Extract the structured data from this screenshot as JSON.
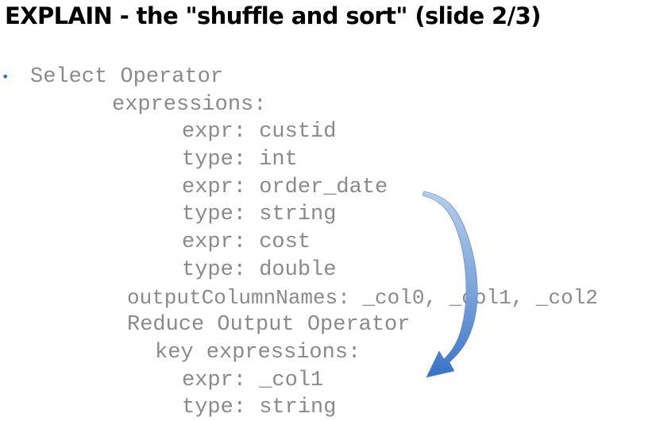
{
  "slide": {
    "title": "EXPLAIN - the \"shuffle and sort\" (slide 2/3)",
    "bullet_symbol": "•",
    "code_lines": [
      "Select Operator",
      "expressions:",
      "expr: custid",
      "type: int",
      "expr: order_date",
      "type: string",
      "expr: cost",
      "type: double",
      "outputColumnNames: _col0, _col1, _col2",
      "Reduce Output Operator",
      "key expressions:",
      "expr: _col1",
      "type: string"
    ]
  },
  "colors": {
    "title": "#000000",
    "code_text": "#8a8a8a",
    "bullet": "#2f6fb5",
    "arrow_light": "#a9c3e6",
    "arrow_dark": "#3a72c9"
  }
}
